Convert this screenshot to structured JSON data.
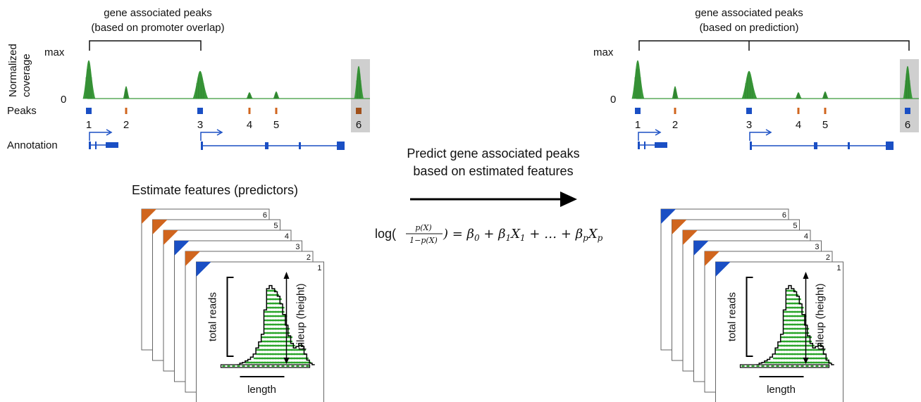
{
  "colors": {
    "coverage": "#3a9a3a",
    "gene_peak": "#1a4fc4",
    "other_peak": "#d0651e",
    "peak6_left": "#a0501a",
    "annotation": "#1a4fc4",
    "highlight": "#cfcfcf",
    "read_dash": "#2aa52a"
  },
  "left_panel": {
    "bracket_title": [
      "gene associated peaks",
      "(based on promoter overlap)"
    ],
    "ylabel": [
      "Normalized",
      "coverage"
    ],
    "y_max": "max",
    "y_zero": "0",
    "peaks_label": "Peaks",
    "annotation_label": "Annotation",
    "peak_numbers": [
      "1",
      "2",
      "3",
      "4",
      "5",
      "6"
    ],
    "gene_associated": [
      1,
      3
    ]
  },
  "right_panel": {
    "bracket_title": [
      "gene associated peaks",
      "(based on prediction)"
    ],
    "y_max": "max",
    "y_zero": "0",
    "peak_numbers": [
      "1",
      "2",
      "3",
      "4",
      "5",
      "6"
    ],
    "gene_associated": [
      1,
      3,
      6
    ]
  },
  "middle": {
    "predict_text": [
      "Predict gene associated peaks",
      "based on estimated features"
    ],
    "formula": {
      "log": "log(",
      "num": "p(X)",
      "den": "1−p(X)",
      "rhs_open": ") = β",
      "sub0": "0",
      "plus1": " + β",
      "sub1": "1",
      "x1": "X",
      "x1sub": "1",
      "ellipsis": " + … + β",
      "subp": "p",
      "xp": "X",
      "xpsub": "p"
    }
  },
  "estimate_label": "Estimate features (predictors)",
  "cards": {
    "numbers": [
      "6",
      "5",
      "4",
      "3",
      "2",
      "1"
    ],
    "left_corner_colors": [
      "other",
      "other",
      "other",
      "gene",
      "other",
      "gene"
    ],
    "right_corner_colors": [
      "gene",
      "other",
      "other",
      "gene",
      "other",
      "gene"
    ],
    "total_reads": "total reads",
    "pileup": "pileup (height)",
    "length": "length"
  }
}
